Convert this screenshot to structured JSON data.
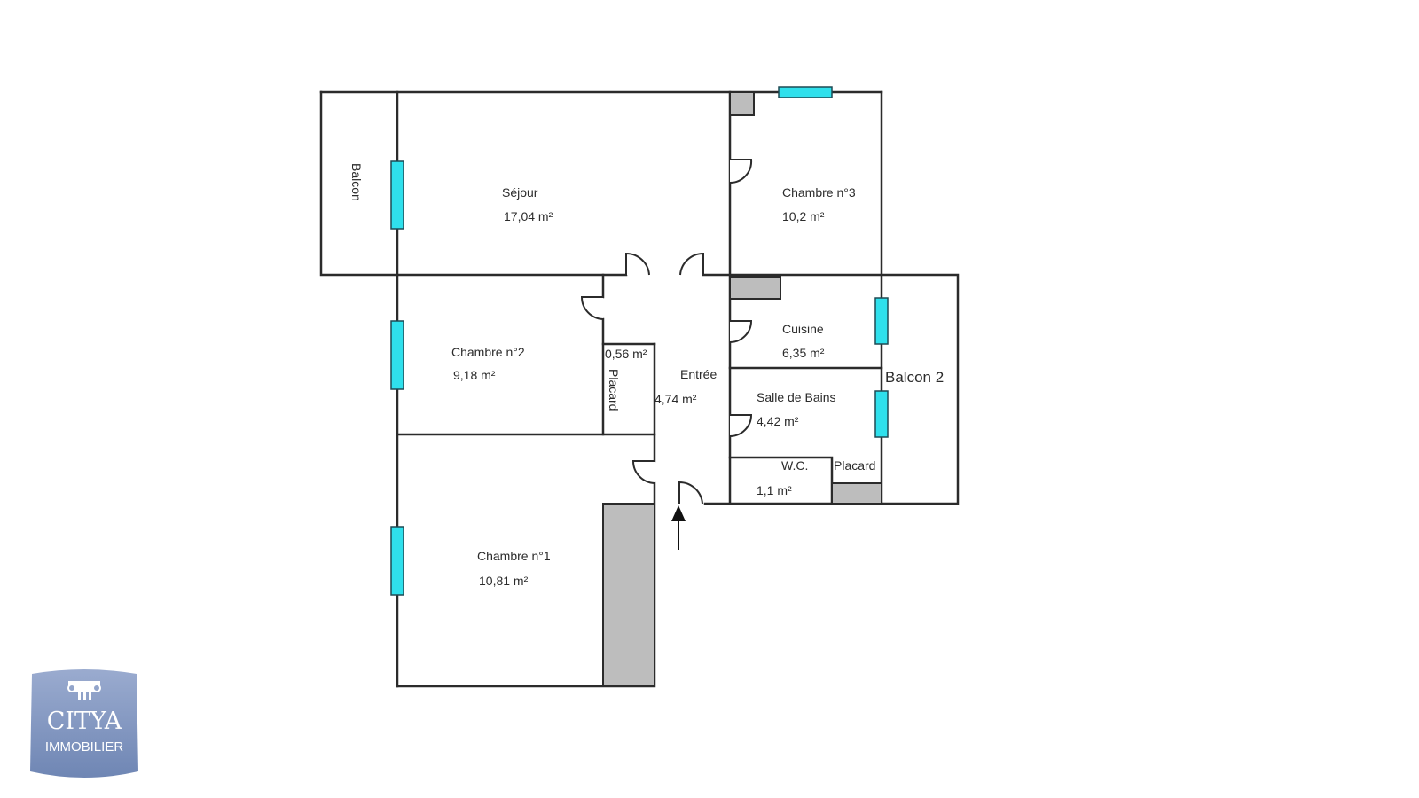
{
  "rooms": {
    "sejour": {
      "name": "Séjour",
      "area": "17,04  m²"
    },
    "chambre3": {
      "name": "Chambre n°3",
      "area": "10,2  m²"
    },
    "balcon": {
      "name": "Balcon"
    },
    "chambre2": {
      "name": "Chambre n°2",
      "area": "9,18  m²"
    },
    "placard_area": "0,56  m²",
    "placard1": {
      "name": "Placard"
    },
    "entree": {
      "name": "Entrée",
      "area": "4,74  m²"
    },
    "cuisine": {
      "name": "Cuisine",
      "area": "6,35  m²"
    },
    "balcon2": {
      "name": "Balcon 2"
    },
    "salle_de_bains": {
      "name": "Salle de Bains",
      "area": "4,42  m²"
    },
    "wc": {
      "name": "W.C.",
      "area": "1,1  m²"
    },
    "placard2": {
      "name": "Placard"
    },
    "chambre1": {
      "name": "Chambre n°1",
      "area": "10,81  m²"
    }
  },
  "logo": {
    "brand": "CITYA",
    "sub": "IMMOBILIER"
  },
  "colors": {
    "window": "#2fe0ec",
    "closet": "#bdbdbd",
    "wall": "#2b2b2b",
    "logo_bg": "#7f96bf"
  }
}
